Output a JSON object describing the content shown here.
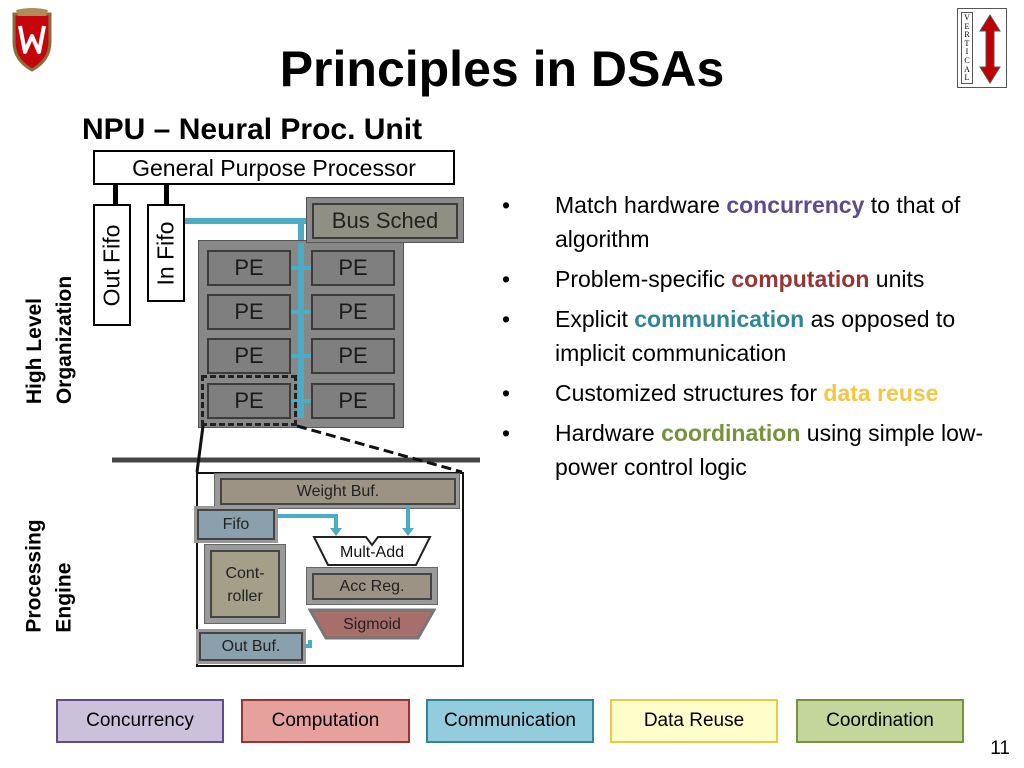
{
  "slide": {
    "title": "Principles in DSAs",
    "subtitle": "NPU – Neural Proc. Unit",
    "page_number": "11"
  },
  "logo": {
    "vertical_letters": [
      "V",
      "E",
      "R",
      "T",
      "I",
      "C",
      "A",
      "L"
    ]
  },
  "diagram": {
    "gpp": "General Purpose Processor",
    "out_fifo": "Out Fifo",
    "in_fifo": "In Fifo",
    "bus_sched": "Bus Sched",
    "pe_label": "PE",
    "high_level_org": [
      "High Level",
      "Organization"
    ],
    "processing_engine": [
      "Processing",
      "Engine"
    ],
    "weight_buf": "Weight Buf.",
    "fifo": "Fifo",
    "mult_add": "Mult-Add",
    "controller": [
      "Cont-",
      "roller"
    ],
    "acc_reg": "Acc Reg.",
    "sigmoid": "Sigmoid",
    "out_buf": "Out Buf."
  },
  "bullets": [
    {
      "before": "Match hardware ",
      "key": "concurrency",
      "after": " to that of algorithm",
      "color": "#5f4b8b"
    },
    {
      "before": "Problem-specific ",
      "key": "computation",
      "after": " units",
      "color": "#943634"
    },
    {
      "before": "Explicit ",
      "key": "communication",
      "after": " as opposed to implicit communication",
      "color": "#31849b"
    },
    {
      "before": "Customized structures for ",
      "key": "data reuse",
      "after": "",
      "color": "#f2c744"
    },
    {
      "before": "Hardware ",
      "key": "coordination",
      "after": " using simple low-power control logic",
      "color": "#76923c"
    }
  ],
  "legend": [
    {
      "label": "Concurrency",
      "fill": "#ccc1da",
      "border": "#5f4b8b"
    },
    {
      "label": "Computation",
      "fill": "#e6a09e",
      "border": "#943634"
    },
    {
      "label": "Communication",
      "fill": "#93cddd",
      "border": "#31849b"
    },
    {
      "label": "Data Reuse",
      "fill": "#ffffcc",
      "border": "#f2c744"
    },
    {
      "label": "Coordination",
      "fill": "#c3d69b",
      "border": "#76923c"
    }
  ]
}
